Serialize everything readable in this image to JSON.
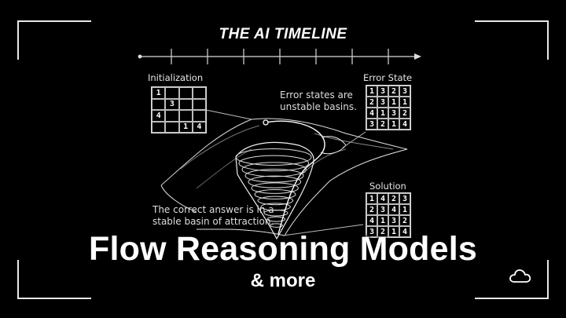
{
  "timeline": {
    "title": "THE AI TIMELINE",
    "ticks": 7
  },
  "diagram": {
    "init_label": "Initialization",
    "error_label": "Error State",
    "solution_label": "Solution",
    "error_note": "Error states are unstable basins.",
    "correct_note": "The correct answer is in a stable basin of attraction.",
    "init_grid": [
      [
        "1",
        "",
        "",
        ""
      ],
      [
        "",
        "3",
        "",
        ""
      ],
      [
        "4",
        "",
        "",
        ""
      ],
      [
        "",
        "",
        "1",
        "4"
      ]
    ],
    "error_grid": [
      [
        "1",
        "3",
        "2",
        "3"
      ],
      [
        "2",
        "3",
        "1",
        "1"
      ],
      [
        "4",
        "1",
        "3",
        "2"
      ],
      [
        "3",
        "2",
        "1",
        "4"
      ]
    ],
    "solution_grid": [
      [
        "1",
        "4",
        "2",
        "3"
      ],
      [
        "2",
        "3",
        "4",
        "1"
      ],
      [
        "4",
        "1",
        "3",
        "2"
      ],
      [
        "3",
        "2",
        "1",
        "4"
      ]
    ]
  },
  "headline": "Flow Reasoning Models",
  "subheadline": "& more",
  "icons": {
    "bottom_right": "cloud-icon"
  }
}
